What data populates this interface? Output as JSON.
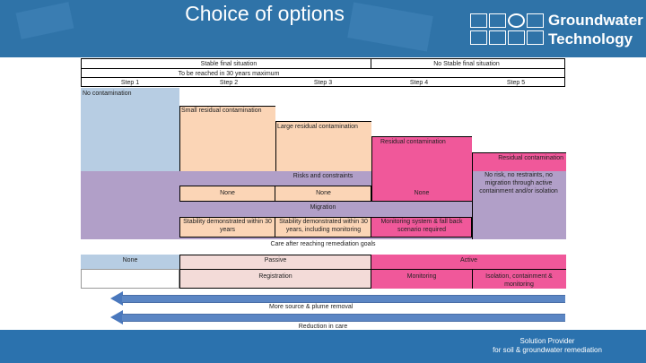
{
  "title": "Choice of options",
  "logo": {
    "line1": "Groundwater",
    "line2": "Technology"
  },
  "header_row": {
    "stable": "Stable final situation",
    "no_stable": "No Stable final situation",
    "reach": "To be reached in 30 years maximum",
    "step1": "Step 1",
    "step2": "Step 2",
    "step3": "Step 3",
    "step4": "Step 4",
    "step5": "Step 5"
  },
  "rows": {
    "no_contamination": "No contamination",
    "small_residual": "Small residual contamination",
    "large_residual": "Large residual contamination",
    "residual_1": "Residual contamination",
    "residual_2": "Residual contamination",
    "risks": "Risks and constraints",
    "none_1": "None",
    "none_2": "None",
    "none_3": "None",
    "no_risk": "No risk, no restraints, no migration through active containment and/or isolation",
    "migration": "Migration",
    "stability_1": "Stability demonstrated within 30 years",
    "stability_2": "Stability demonstrated within 30 years, including monitoring",
    "monitoring_system": "Monitoring system & fall back scenario required",
    "care": "Care after reaching remediation goals",
    "none_4": "None",
    "passive": "Passive",
    "active": "Active",
    "registration": "Registration",
    "monitoring": "Monitoring",
    "isolation": "Isolation, containment & monitoring"
  },
  "arrows": {
    "source_removal": "More source & plume removal",
    "reduction": "Reduction in care"
  },
  "footer": {
    "line1": "Solution Provider",
    "line2": "for soil & groundwater remediation"
  },
  "colors": {
    "header_blue": "#2f73a8",
    "step_blue": "#b7cde3",
    "peach": "#fbd5b6",
    "pink": "#f0589a",
    "purple": "#b19fc8",
    "light_pink": "#f3dbd8",
    "arrow": "#4a78bd"
  }
}
